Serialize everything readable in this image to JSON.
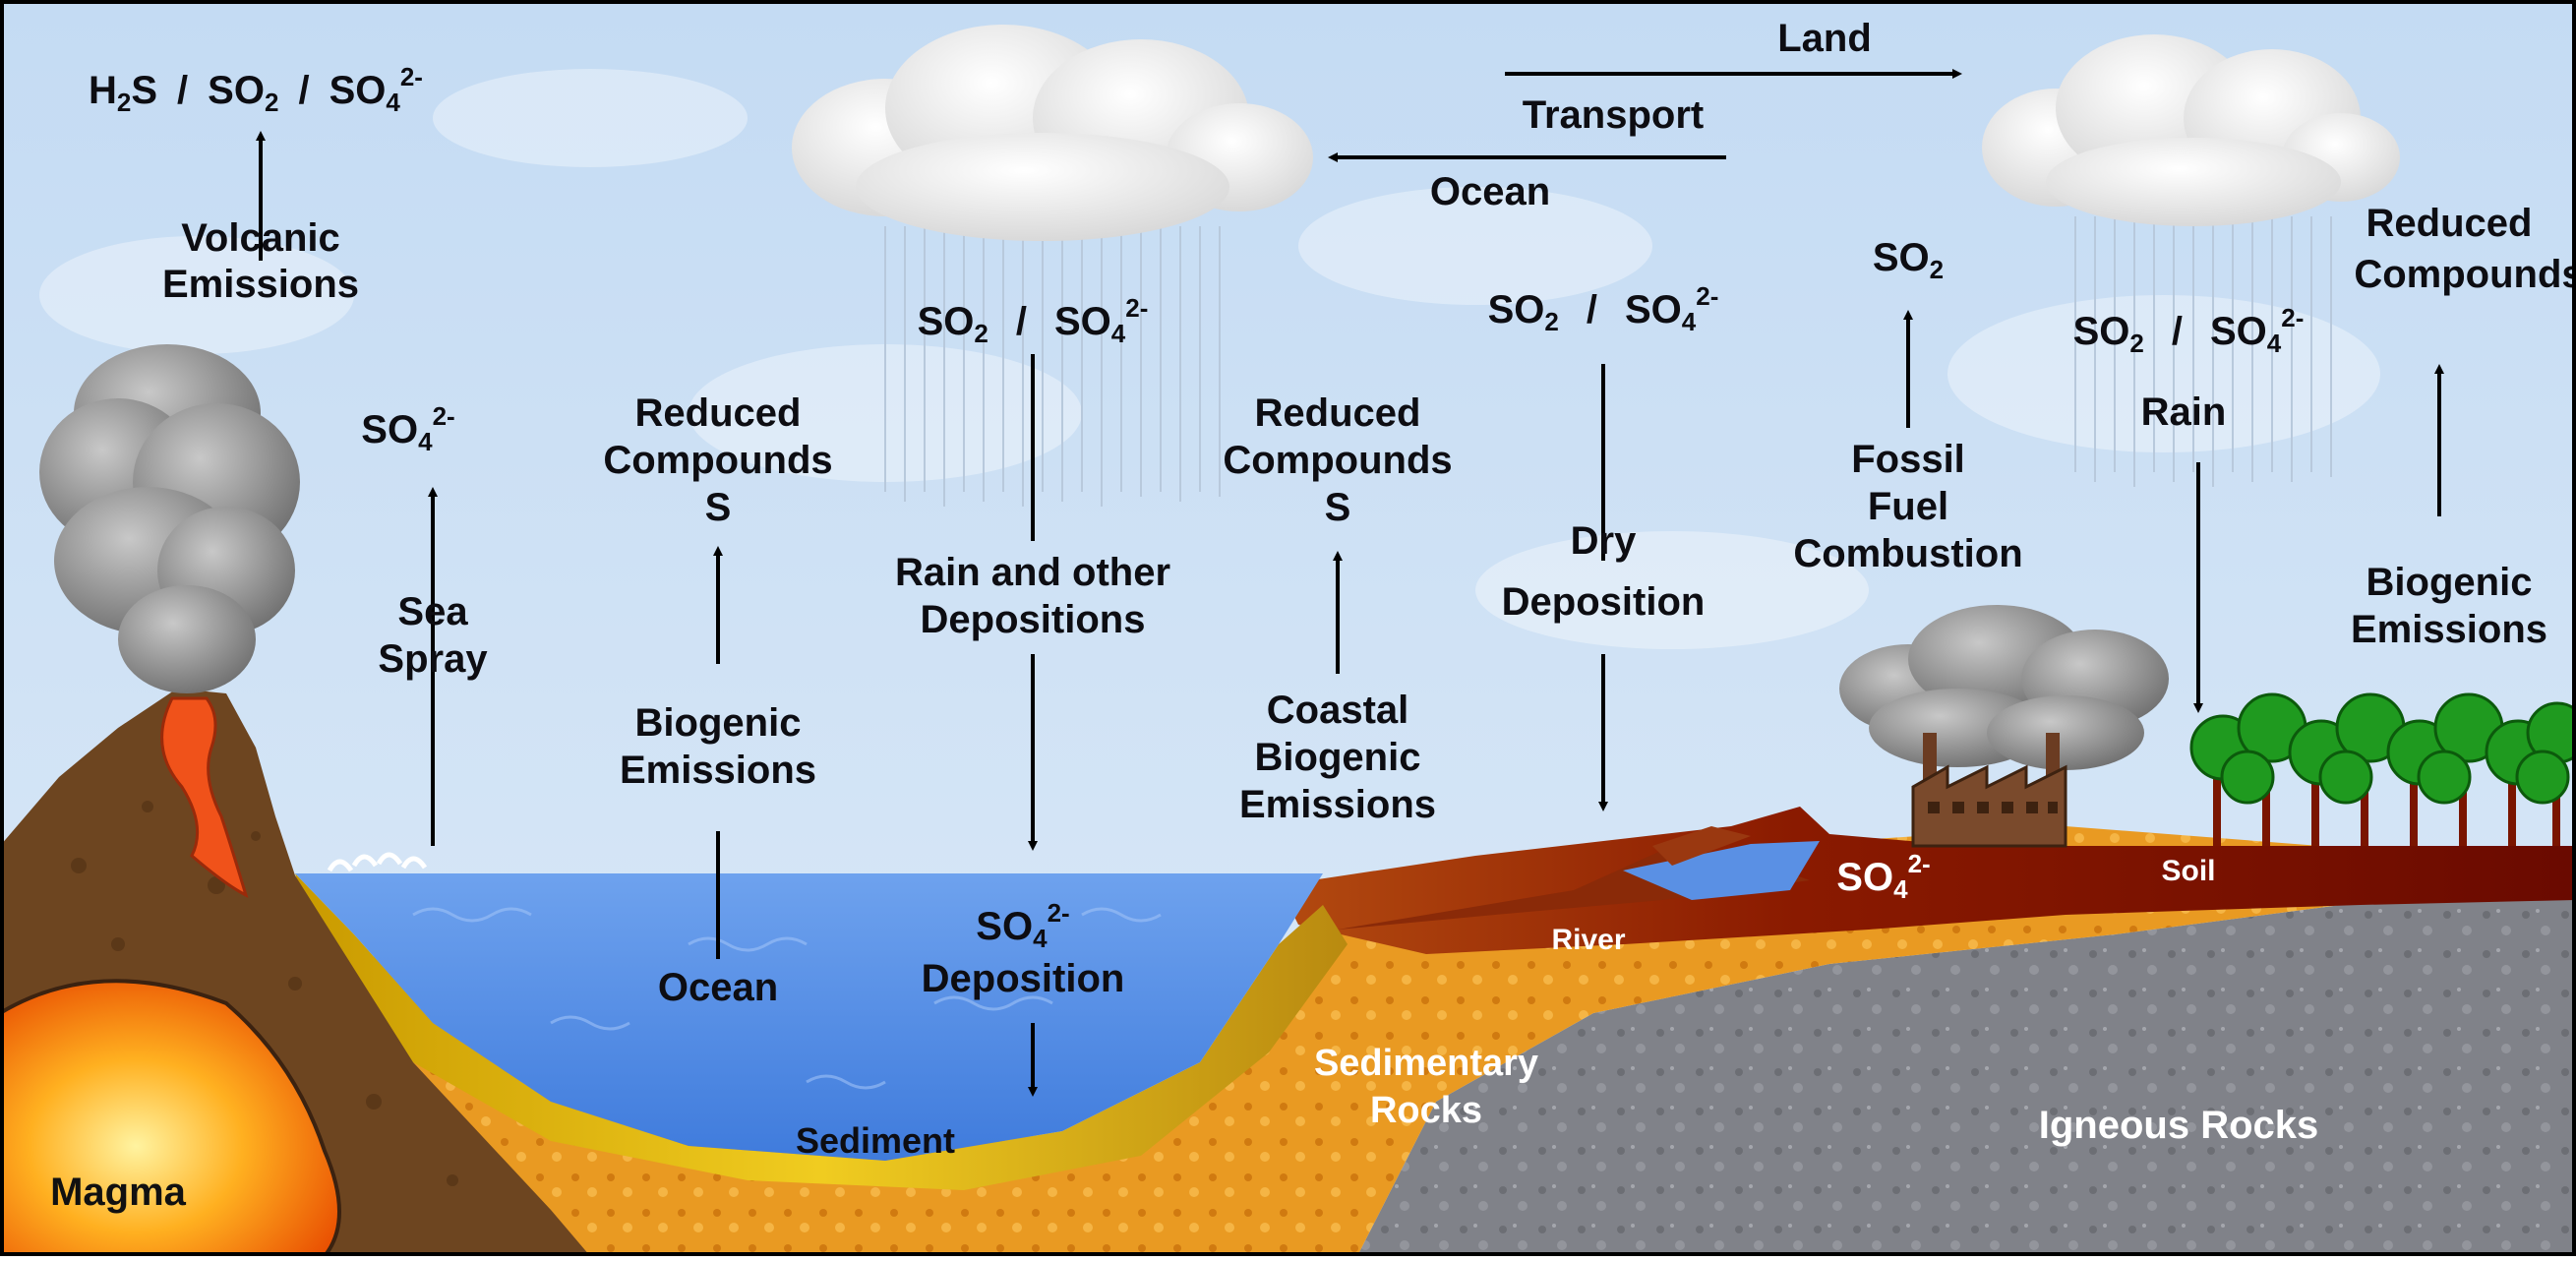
{
  "colors": {
    "sky": "#cfe2f5",
    "ocean": "#4a86e6",
    "sediment": "#e0b400",
    "sedimentary_rocks": "#e69a1e",
    "igneous_rocks": "#7d7f86",
    "soil": "#7a1000",
    "magma": "#ff7a00",
    "volcano": "#6d4520",
    "trees": "#1f9a1f",
    "cloud": "#f4f4f4",
    "smoke": "#8e8e8e",
    "arrow": "#000000"
  },
  "labels": {
    "volcanic_gases": {
      "h2s": "H",
      "h2s_sub": "2",
      "h2s_s": "S",
      "slash1": "/",
      "so2": "SO",
      "so2_sub": "2",
      "slash2": "/",
      "so4": "SO",
      "so4_sub": "4",
      "so4_sup": "2-"
    },
    "volcanic_emissions": [
      "Volcanic",
      "Emissions"
    ],
    "sea_spray_product": {
      "text": "SO",
      "sub": "4",
      "sup": "2-"
    },
    "sea_spray": [
      "Sea",
      "Spray"
    ],
    "ocean_reduced": [
      "Reduced",
      "Compounds",
      "S"
    ],
    "ocean_biogenic": [
      "Biogenic",
      "Emissions"
    ],
    "ocean": "Ocean",
    "cloud_gases": {
      "so2": "SO",
      "so2_sub": "2",
      "slash": "/",
      "so4": "SO",
      "so4_sub": "4",
      "so4_sup": "2-"
    },
    "rain_depositions": [
      "Rain and other",
      "Depositions"
    ],
    "sulfate_deposition": {
      "text": "SO",
      "sub": "4",
      "sup": "2-",
      "line2": "Deposition"
    },
    "coastal_reduced": [
      "Reduced",
      "Compounds",
      "S"
    ],
    "coastal_biogenic": [
      "Coastal",
      "Biogenic",
      "Emissions"
    ],
    "transport_land": "Land",
    "transport": "Transport",
    "transport_ocean": "Ocean",
    "dry_gases": {
      "so2": "SO",
      "so2_sub": "2",
      "slash": "/",
      "so4": "SO",
      "so4_sub": "4",
      "so4_sup": "2-"
    },
    "dry_deposition": [
      "Dry",
      "Deposition"
    ],
    "fossil_product": {
      "text": "SO",
      "sub": "2"
    },
    "fossil_fuel": [
      "Fossil",
      "Fuel",
      "Combustion"
    ],
    "land_cloud_gases": {
      "so2": "SO",
      "so2_sub": "2",
      "slash": "/",
      "so4": "SO",
      "so4_sub": "4",
      "so4_sup": "2-"
    },
    "rain": "Rain",
    "land_reduced": [
      "Reduced",
      "Compounds"
    ],
    "land_biogenic": [
      "Biogenic",
      "Emissions"
    ],
    "soil_sulfate": {
      "text": "SO",
      "sub": "4",
      "sup": "2-"
    },
    "soil": "Soil",
    "river": "River",
    "sediment": "Sediment",
    "sedimentary_rocks": [
      "Sedimentary",
      "Rocks"
    ],
    "igneous_rocks": "Igneous Rocks",
    "magma": "Magma"
  }
}
